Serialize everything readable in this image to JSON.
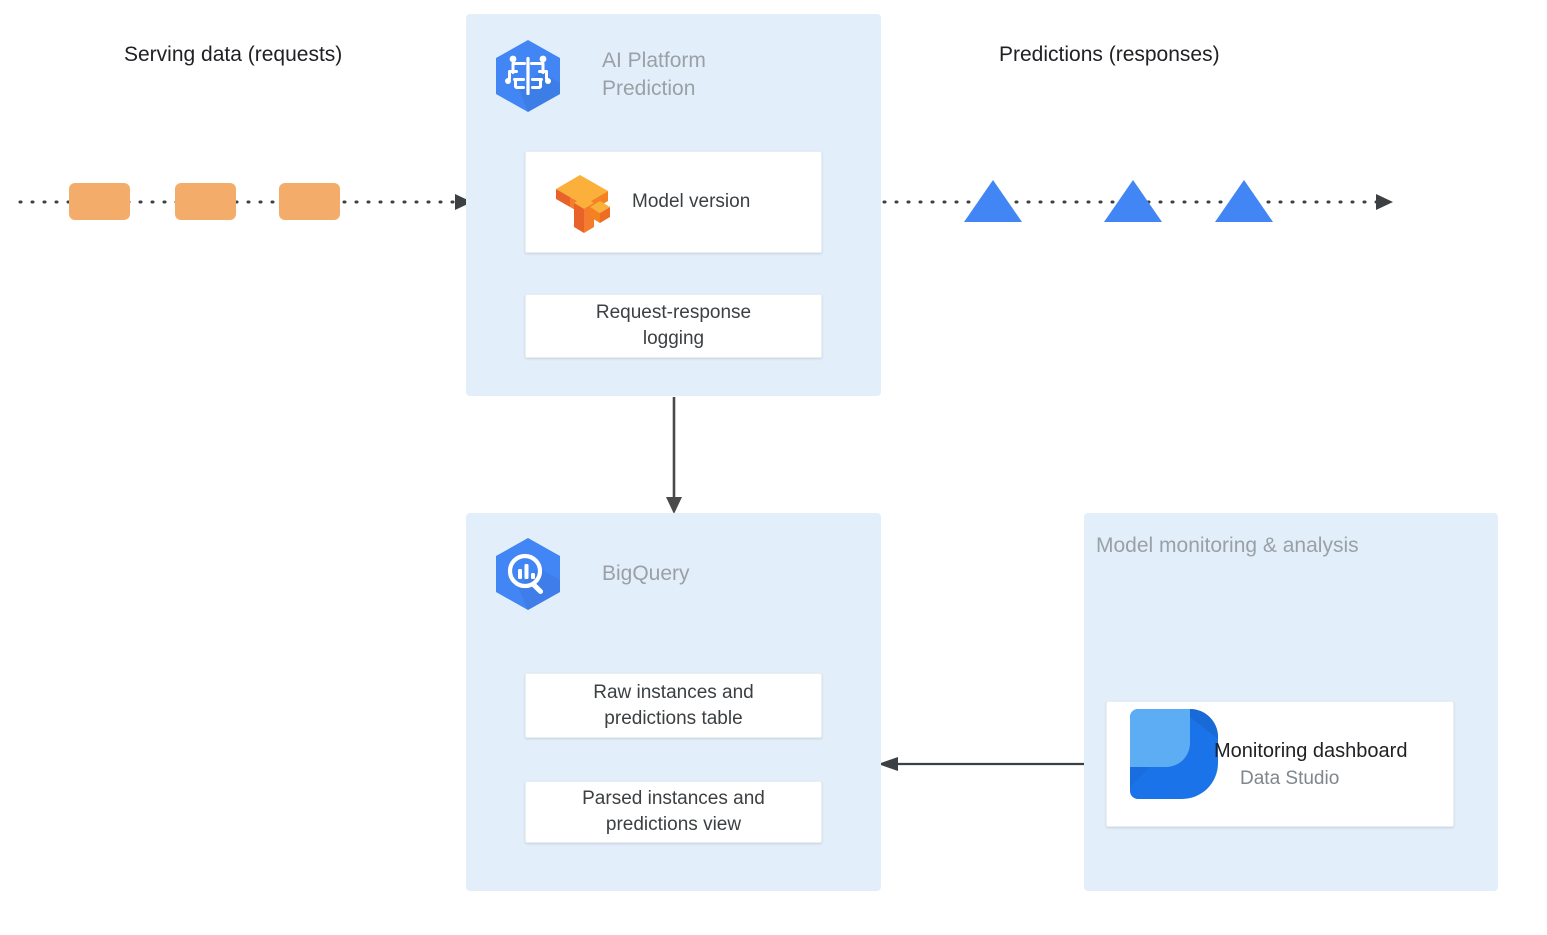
{
  "diagram": {
    "flow_labels": {
      "serving": "Serving data (requests)",
      "predictions": "Predictions (responses)"
    },
    "panels": {
      "ai_platform": {
        "title": "AI Platform\nPrediction",
        "icon": "ai-platform-hexagon-icon",
        "cards": [
          {
            "id": "model-version",
            "text": "Model version",
            "icon": "tensorflow-icon"
          },
          {
            "id": "request-response-logging",
            "text": "Request-response\nlogging"
          }
        ]
      },
      "bigquery": {
        "title": "BigQuery",
        "icon": "bigquery-hexagon-icon",
        "cards": [
          {
            "id": "raw-table",
            "text": "Raw instances and\npredictions table"
          },
          {
            "id": "parsed-view",
            "text": "Parsed instances and\npredictions view"
          }
        ]
      },
      "monitoring": {
        "title": "Model monitoring & analysis",
        "cards": [
          {
            "id": "monitoring-dashboard",
            "title": "Monitoring dashboard",
            "subtitle": "Data Studio",
            "icon": "data-studio-icon"
          }
        ]
      }
    },
    "flow_shapes": {
      "request_markers": [
        "request-1",
        "request-2",
        "request-3"
      ],
      "prediction_markers": [
        "prediction-1",
        "prediction-2",
        "prediction-3"
      ]
    },
    "colors": {
      "panel_background": "#E2EFFB",
      "request_box": "#F4AC6A",
      "prediction_triangle": "#4285F4",
      "google_blue": "#4285F4",
      "arrow": "#4A4A4A",
      "title_text": "#9AA0A6",
      "card_text": "#3C4043"
    }
  }
}
